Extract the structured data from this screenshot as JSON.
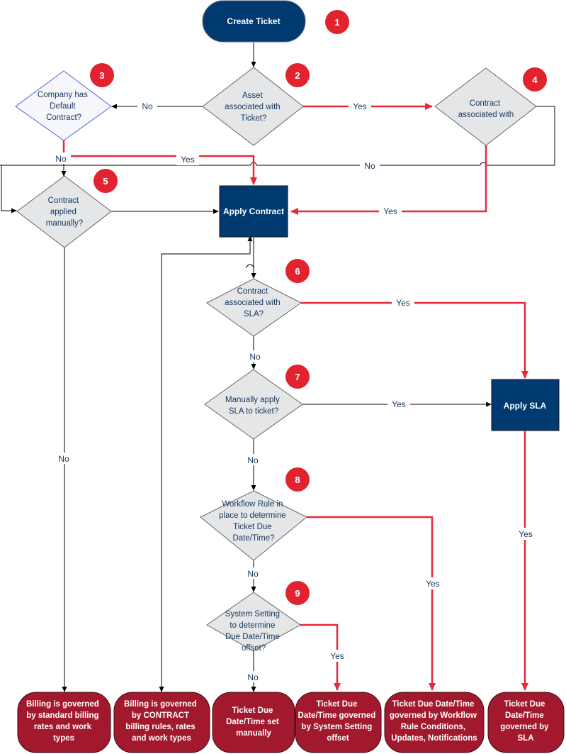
{
  "nodes": {
    "create_ticket": "Create Ticket",
    "asset_ticket": [
      "Asset",
      "associated with",
      "Ticket?"
    ],
    "company_default": [
      "Company has",
      "Default",
      "Contract?"
    ],
    "contract_assoc": [
      "Contract",
      "associated with"
    ],
    "contract_manual": [
      "Contract",
      "applied",
      "manually?"
    ],
    "apply_contract": "Apply Contract",
    "contract_sla": [
      "Contract",
      "associated with",
      "SLA?"
    ],
    "manual_sla": [
      "Manually apply",
      "SLA to ticket?"
    ],
    "apply_sla": "Apply SLA",
    "workflow_rule": [
      "Workflow Rule in",
      "place to determine",
      "Ticket Due",
      "Date/Time?"
    ],
    "system_setting": [
      "System Setting",
      "to determine",
      "Due Date/Time",
      "offset?"
    ]
  },
  "outcomes": {
    "billing_standard": [
      "Billing is governed",
      "by standard billing",
      "rates and work",
      "types"
    ],
    "billing_contract": [
      "Billing is governed",
      "by CONTRACT",
      "billing rules, rates",
      "and work types"
    ],
    "due_manual": [
      "Ticket Due",
      "Date/Time set",
      "manually"
    ],
    "due_system": [
      "Ticket Due",
      "Date/Time governed",
      "by System Setting",
      "offset"
    ],
    "due_workflow": [
      "Ticket Due Date/Time",
      "governed by  Workflow",
      "Rule Conditions,",
      "Updates, Notifications"
    ],
    "due_sla": [
      "Ticket Due",
      "Date/Time",
      "governed by",
      "SLA"
    ]
  },
  "badges": [
    "1",
    "2",
    "3",
    "4",
    "5",
    "6",
    "7",
    "8",
    "9"
  ],
  "edges": {
    "no": "No",
    "yes": "Yes"
  },
  "colors": {
    "navy": "#003a70",
    "decision_fill": "#e4e6e8",
    "decision_stroke": "#666666",
    "default_stroke": "#4f63e0",
    "red": "#e8293a",
    "badge": "#e0232f",
    "outcome": "#a2192e",
    "text_blue": "#17375e"
  }
}
